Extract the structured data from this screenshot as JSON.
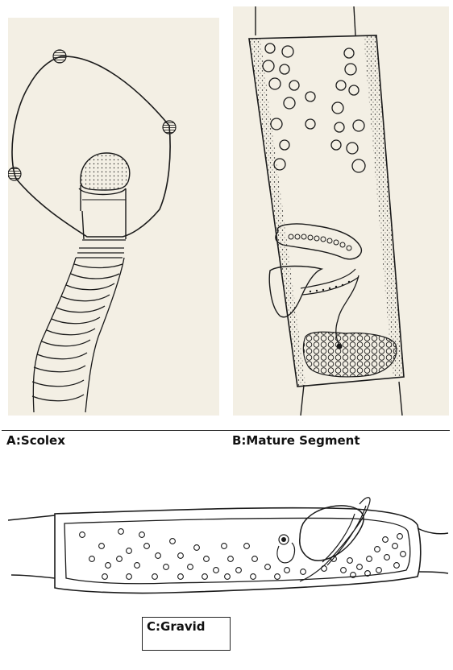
{
  "figures": {
    "a": {
      "caption": "A:Scolex"
    },
    "b": {
      "caption": "B:Mature Segment"
    },
    "c": {
      "caption": "C:Gravid"
    }
  },
  "colors": {
    "paper": "#f3efe4",
    "ink": "#1a1a1a",
    "background": "#ffffff"
  }
}
